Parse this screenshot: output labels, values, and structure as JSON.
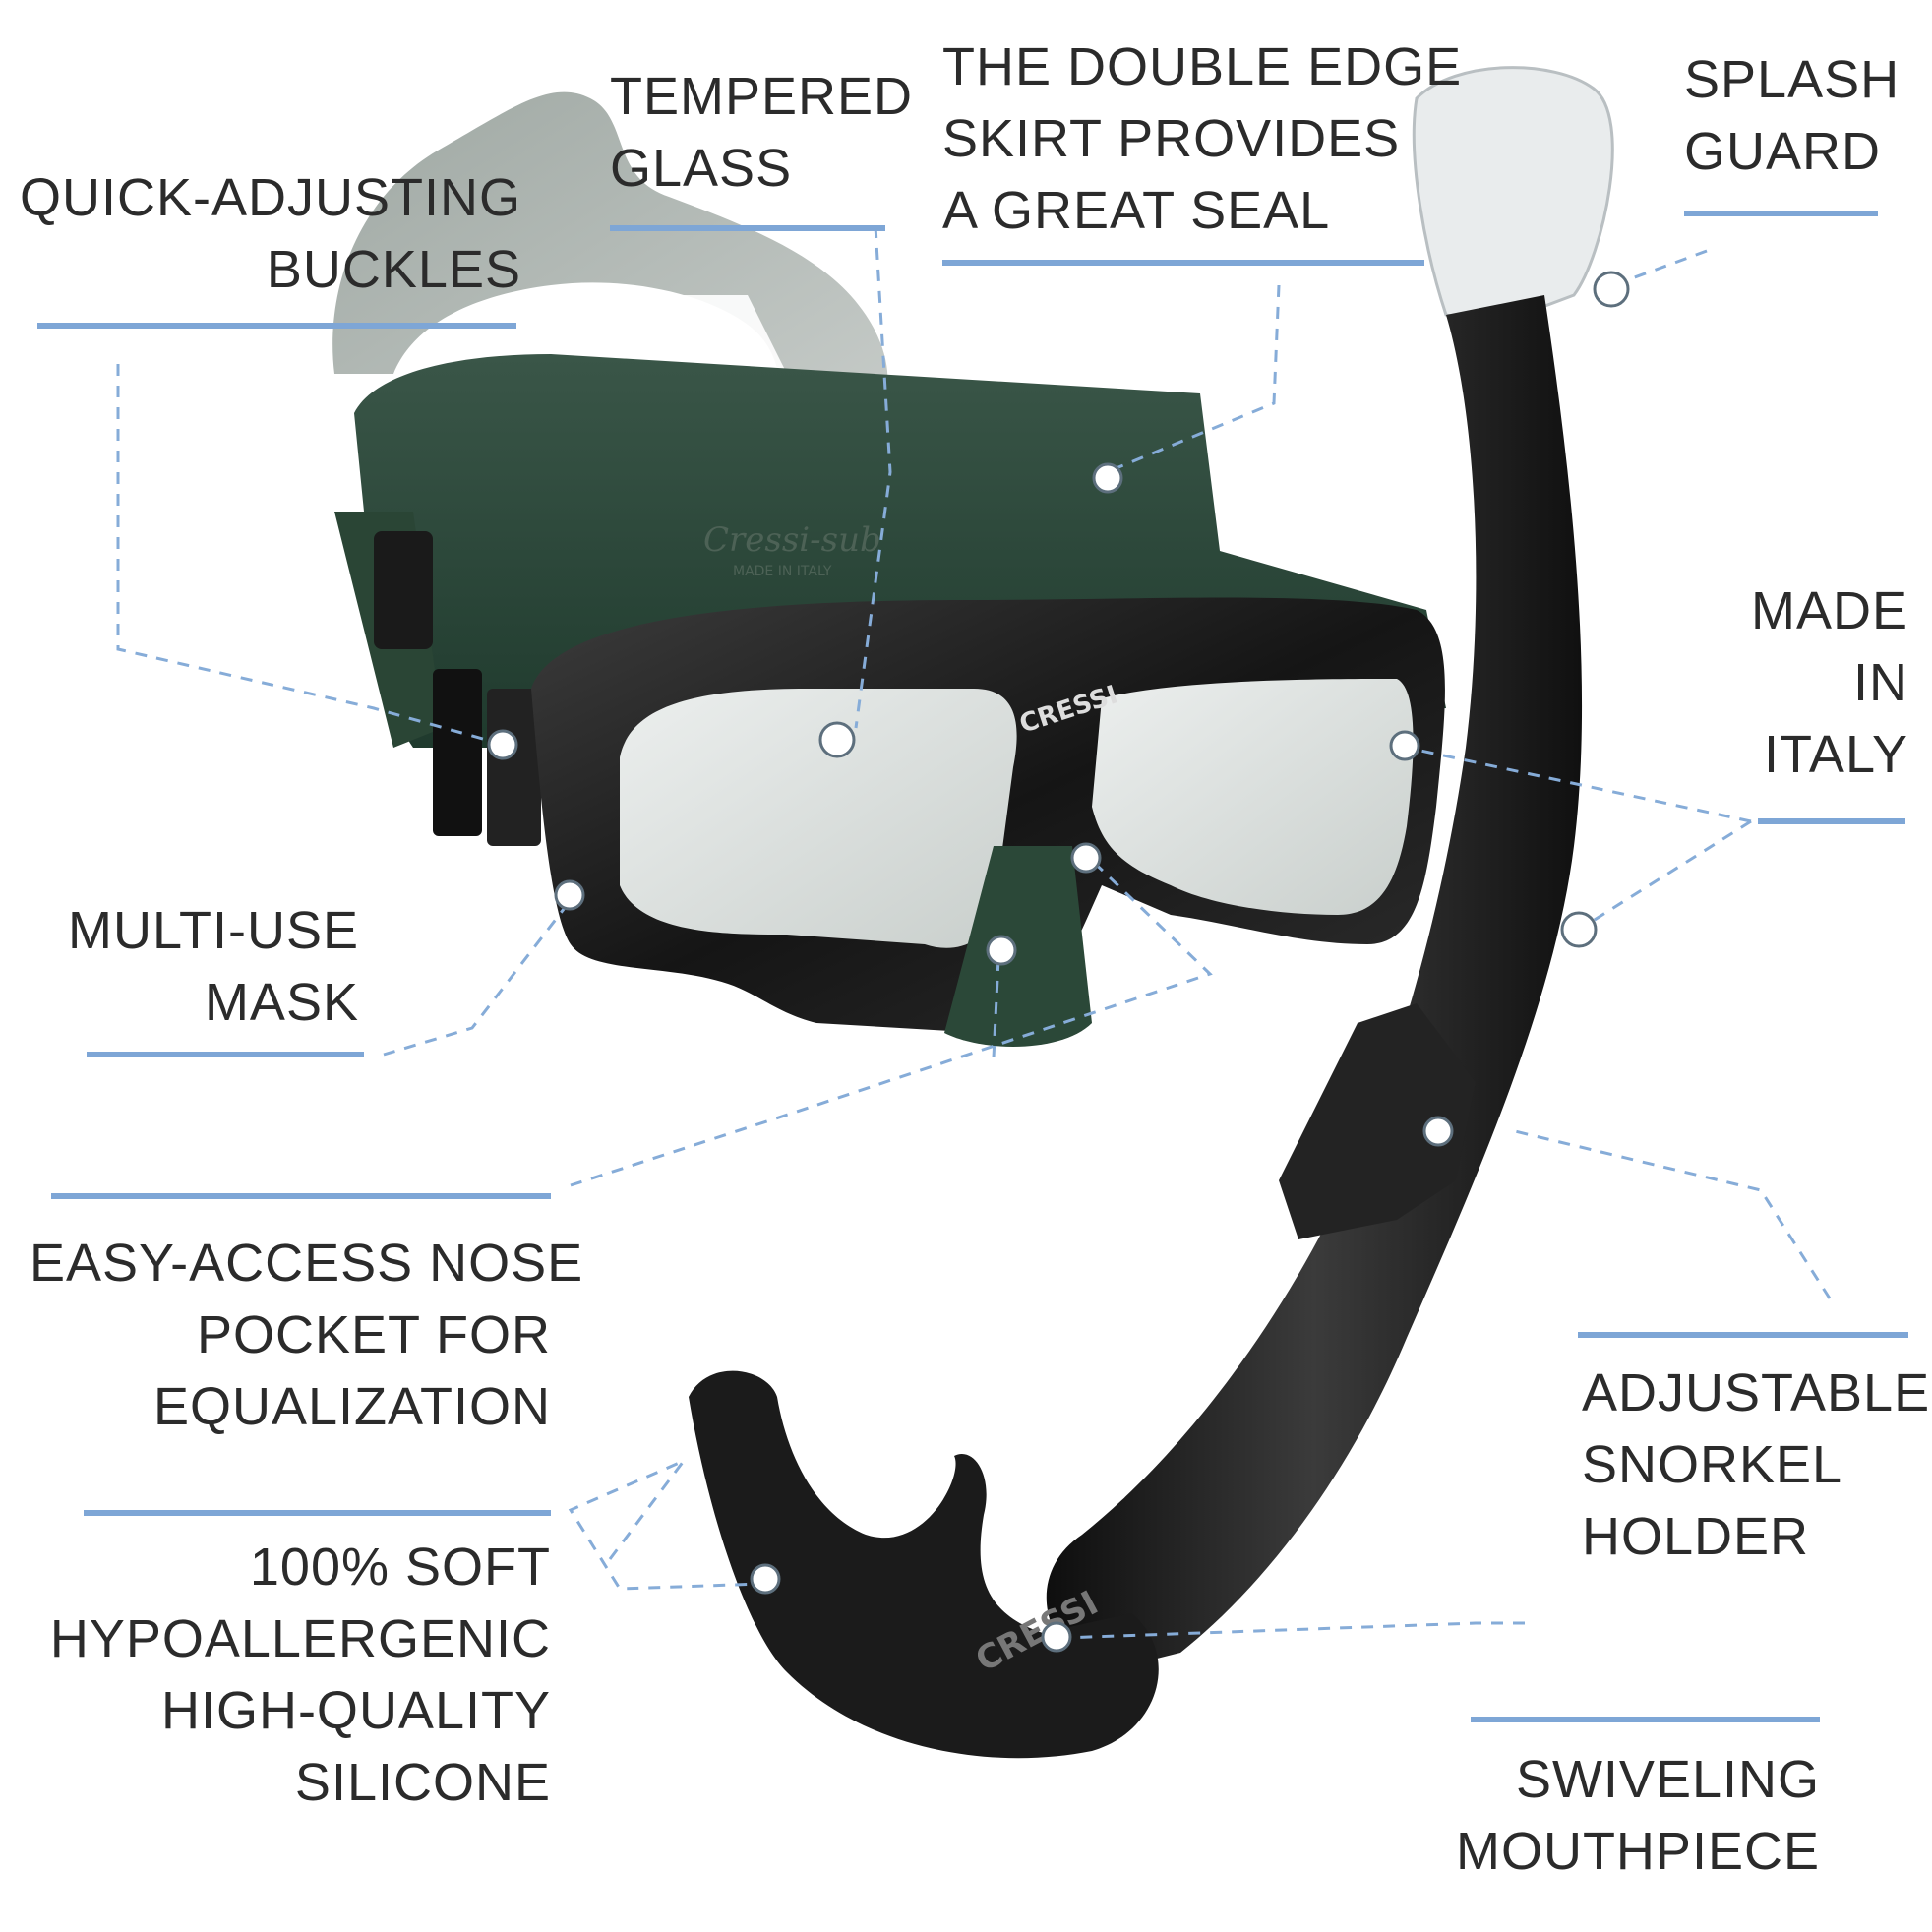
{
  "brand": {
    "mask_logo": "Cressi-sub",
    "mask_made": "MADE IN ITALY",
    "frame_logo": "CRESSI",
    "snorkel_logo": "CRESSI"
  },
  "colors": {
    "rule": "#7ea6d6",
    "leader": "#86acd8",
    "text": "#2b2b2b",
    "mask_green": "#2d4a3c",
    "mask_frame": "#1c1c1c",
    "snorkel_black": "#161616"
  },
  "labels": {
    "buckles": [
      "QUICK-ADJUSTING",
      "BUCKLES"
    ],
    "glass": [
      "TEMPERED",
      "GLASS"
    ],
    "skirt": [
      "THE DOUBLE EDGE",
      "SKIRT PROVIDES",
      "A GREAT SEAL"
    ],
    "splash": [
      "SPLASH",
      "GUARD"
    ],
    "italy": [
      "MADE",
      "IN",
      "ITALY"
    ],
    "mask": [
      "MULTI-USE",
      "MASK"
    ],
    "nose": [
      "EASY-ACCESS NOSE",
      "POCKET FOR",
      "EQUALIZATION"
    ],
    "silicone": [
      "100% SOFT",
      "HYPOALLERGENIC",
      "HIGH-QUALITY",
      "SILICONE"
    ],
    "holder": [
      "ADJUSTABLE",
      "SNORKEL",
      "HOLDER"
    ],
    "mouthpiece": [
      "SWIVELING",
      "MOUTHPIECE"
    ]
  }
}
